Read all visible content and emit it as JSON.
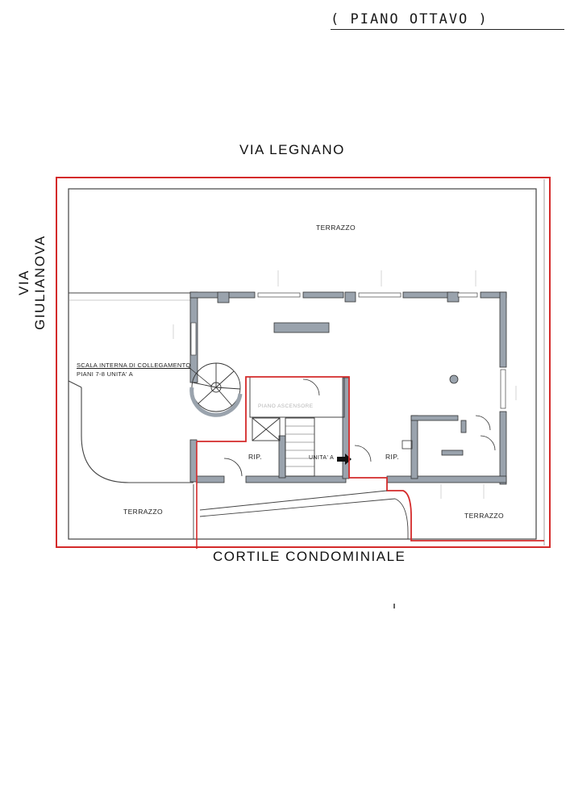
{
  "header": {
    "title": "( PIANO OTTAVO )"
  },
  "streets": {
    "north": "VIA LEGNANO",
    "south": "CORTILE CONDOMINIALE",
    "west": "VIA GIULIANOVA"
  },
  "rooms": {
    "terrace_north": "TERRAZZO",
    "terrace_southwest": "TERRAZZO",
    "terrace_southeast": "TERRAZZO",
    "storage_1": "RIP.",
    "storage_2": "RIP.",
    "unit": "UNITA' A",
    "elevator": "PIANO ASCENSORE"
  },
  "stair_note": {
    "line1": "SCALA INTERNA DI COLLEGAMENTO",
    "line2": "PIANI 7-8 UNITA' A"
  },
  "colors": {
    "boundary": "#d42a2a",
    "wall": "#9aa3ad",
    "line": "#333333"
  }
}
